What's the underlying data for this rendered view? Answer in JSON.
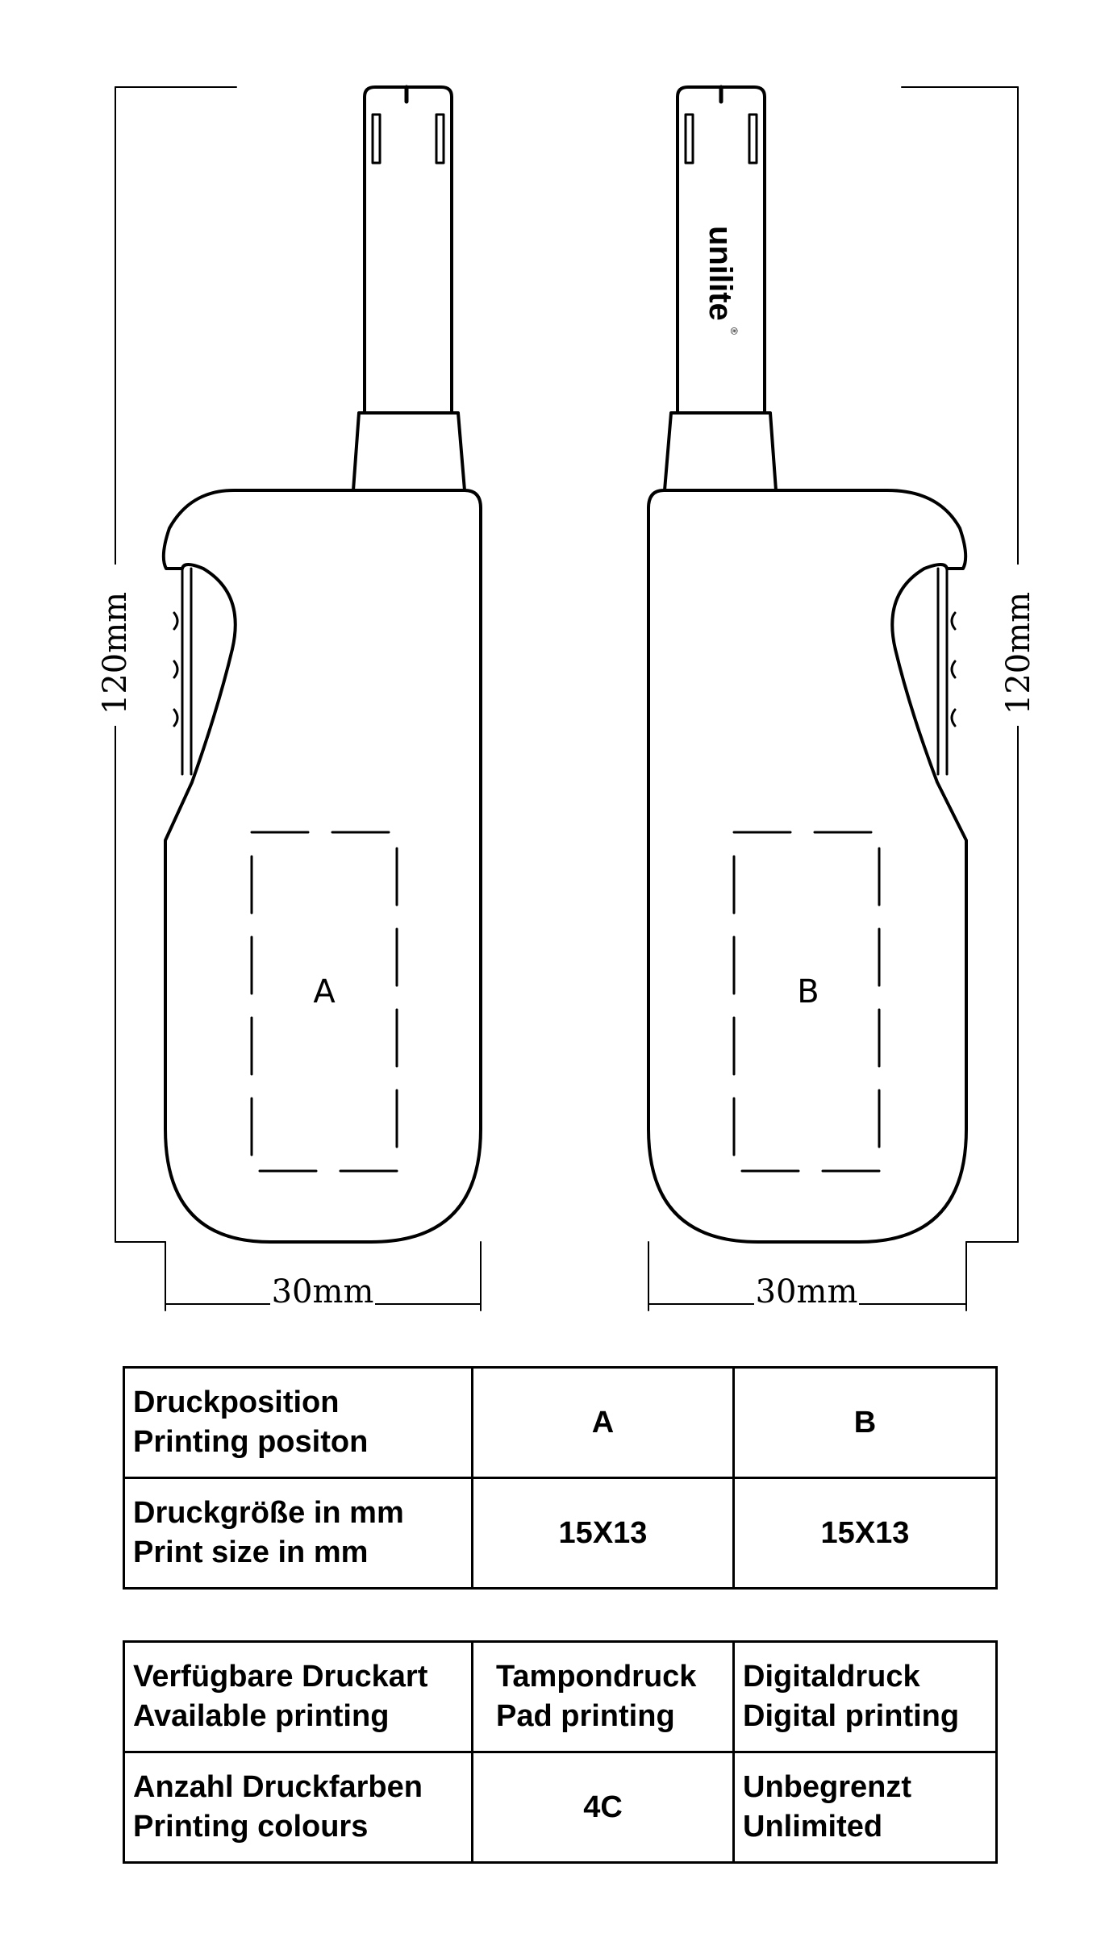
{
  "diagram": {
    "left_view": {
      "height_dim": "120mm",
      "width_dim": "30mm",
      "zone_label": "A"
    },
    "right_view": {
      "height_dim": "120mm",
      "width_dim": "30mm",
      "zone_label": "B",
      "brand": "unilite",
      "registered_mark": "®"
    }
  },
  "table1": {
    "rows": [
      {
        "label_de": "Druckposition",
        "label_en": "Printing positon",
        "a": "A",
        "b": "B"
      },
      {
        "label_de": "Druckgröße in mm",
        "label_en": "Print size in mm",
        "a": "15X13",
        "b": "15X13"
      }
    ]
  },
  "table2": {
    "rows": [
      {
        "label_de": "Verfügbare Druckart",
        "label_en": "Available printing",
        "a_line1": "Tampondruck",
        "a_line2": "Pad printing",
        "b_line1": "Digitaldruck",
        "b_line2": "Digital printing"
      },
      {
        "label_de": "Anzahl Druckfarben",
        "label_en": "Printing colours",
        "a": "4C",
        "b_line1": "Unbegrenzt",
        "b_line2": "Unlimited"
      }
    ]
  }
}
